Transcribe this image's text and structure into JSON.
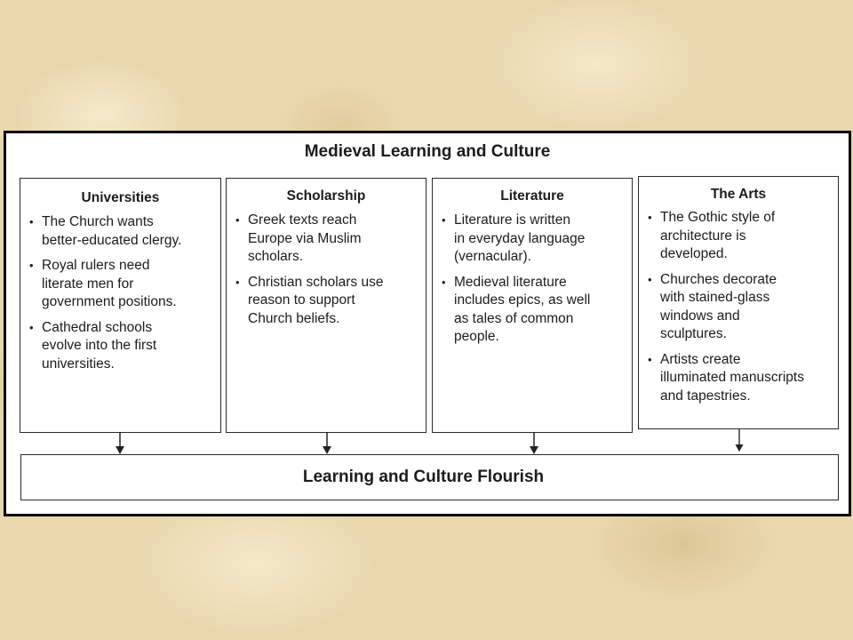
{
  "diagram": {
    "title": "Medieval Learning and Culture",
    "columns": [
      {
        "title": "Universities",
        "bullets": [
          "The Church wants\nbetter-educated clergy.",
          "Royal rulers need\nliterate men for\ngovernment positions.",
          "Cathedral schools\nevolve into the first\nuniversities."
        ]
      },
      {
        "title": "Scholarship",
        "bullets": [
          "Greek texts reach\nEurope via Muslim\nscholars.",
          "Christian scholars use\nreason to support\nChurch beliefs."
        ]
      },
      {
        "title": "Literature",
        "bullets": [
          "Literature is written\nin everyday language\n(vernacular).",
          "Medieval literature\nincludes epics, as well\nas tales of common\npeople."
        ]
      },
      {
        "title": "The Arts",
        "bullets": [
          "The Gothic style of\narchitecture is\ndeveloped.",
          "Churches decorate\nwith stained-glass\nwindows and\nsculptures.",
          "Artists create\nilluminated manuscripts\nand tapestries."
        ]
      }
    ],
    "result": "Learning and Culture Flourish",
    "bullet_glyph": "•"
  }
}
